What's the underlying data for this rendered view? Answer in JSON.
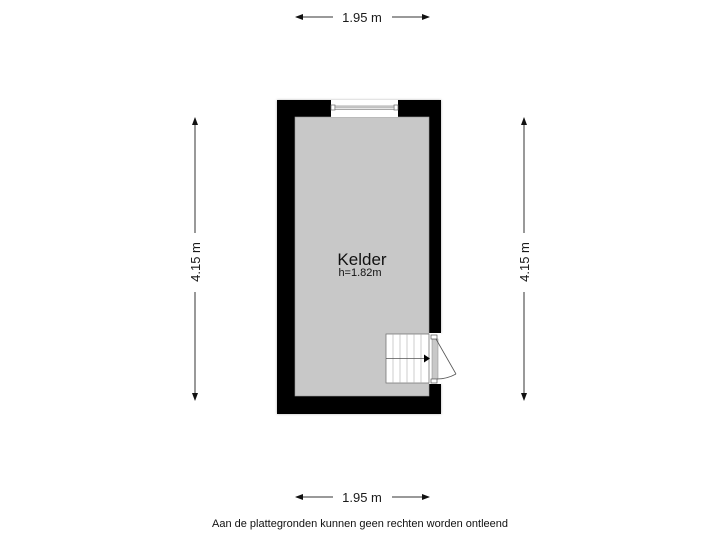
{
  "plan": {
    "floor_fill": "#c8c8c8",
    "wall_fill": "#000000",
    "room": {
      "name": "Kelder",
      "height_label": "h=1.82m"
    }
  },
  "dimensions": {
    "top": "1.95 m",
    "bottom": "1.95 m",
    "left": "4.15 m",
    "right": "4.15 m"
  },
  "footer": {
    "disclaimer": "Aan de plattegronden kunnen geen rechten worden ontleend"
  }
}
